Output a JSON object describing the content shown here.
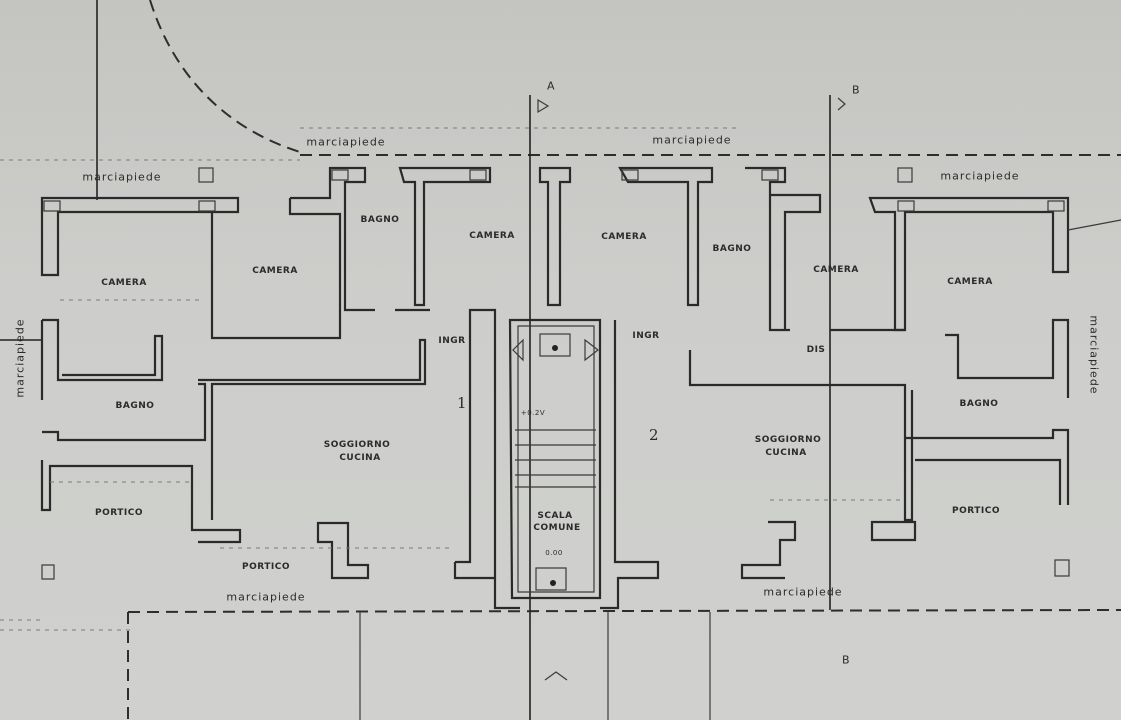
{
  "plan": {
    "section_markers": {
      "a": "A",
      "b": "B"
    },
    "sidewalk_label": "marciapiede",
    "unit_numbers": [
      "1",
      "2"
    ],
    "unit1_rooms": {
      "camera_nw": "CAMERA",
      "camera_n": "CAMERA",
      "bagno_n": "BAGNO",
      "camera_center": "CAMERA",
      "ingr": "INGR",
      "bagno_w": "BAGNO",
      "soggiorno": "SOGGIORNO",
      "cucina": "CUCINA",
      "portico_w": "PORTICO",
      "portico_s": "PORTICO"
    },
    "unit2_rooms": {
      "camera_center": "CAMERA",
      "bagno_n": "BAGNO",
      "camera_n": "CAMERA",
      "camera_ne": "CAMERA",
      "ingr": "INGR",
      "dis": "DIS",
      "bagno_e": "BAGNO",
      "soggiorno": "SOGGIORNO",
      "cucina": "CUCINA",
      "portico_e": "PORTICO"
    },
    "stair": {
      "label_line1": "SCALA",
      "label_line2": "COMUNE",
      "level_top": "+0.2V",
      "level_bottom": "0.00"
    }
  }
}
